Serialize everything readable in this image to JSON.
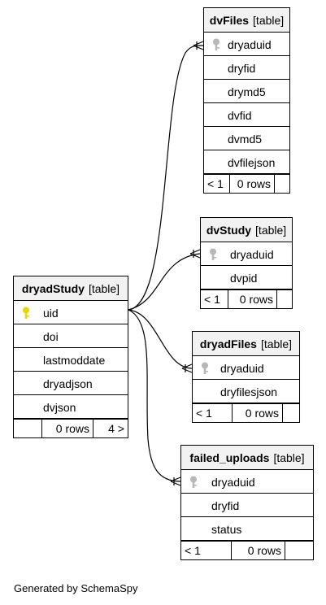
{
  "tables": {
    "dryadStudy": {
      "name": "dryadStudy",
      "kind": "[table]",
      "columns": [
        "uid",
        "doi",
        "lastmoddate",
        "dryadjson",
        "dvjson"
      ],
      "footer": {
        "parents": "",
        "rows": "0 rows",
        "children": "4 >"
      }
    },
    "dvFiles": {
      "name": "dvFiles",
      "kind": "[table]",
      "columns": [
        "dryaduid",
        "dryfid",
        "drymd5",
        "dvfid",
        "dvmd5",
        "dvfilejson"
      ],
      "footer": {
        "parents": "< 1",
        "rows": "0 rows",
        "children": ""
      }
    },
    "dvStudy": {
      "name": "dvStudy",
      "kind": "[table]",
      "columns": [
        "dryaduid",
        "dvpid"
      ],
      "footer": {
        "parents": "< 1",
        "rows": "0 rows",
        "children": ""
      }
    },
    "dryadFiles": {
      "name": "dryadFiles",
      "kind": "[table]",
      "columns": [
        "dryaduid",
        "dryfilesjson"
      ],
      "footer": {
        "parents": "< 1",
        "rows": "0 rows",
        "children": ""
      }
    },
    "failed_uploads": {
      "name": "failed_uploads",
      "kind": "[table]",
      "columns": [
        "dryaduid",
        "dryfid",
        "status"
      ],
      "footer": {
        "parents": "< 1",
        "rows": "0 rows",
        "children": ""
      }
    }
  },
  "credit": "Generated by SchemaSpy",
  "colors": {
    "primary_key": "#e8d800",
    "foreign_key": "#b8b8b8",
    "header_bg": "#f2f2f2"
  },
  "icons": {
    "primary_key": "key-icon",
    "foreign_key": "key-icon"
  }
}
